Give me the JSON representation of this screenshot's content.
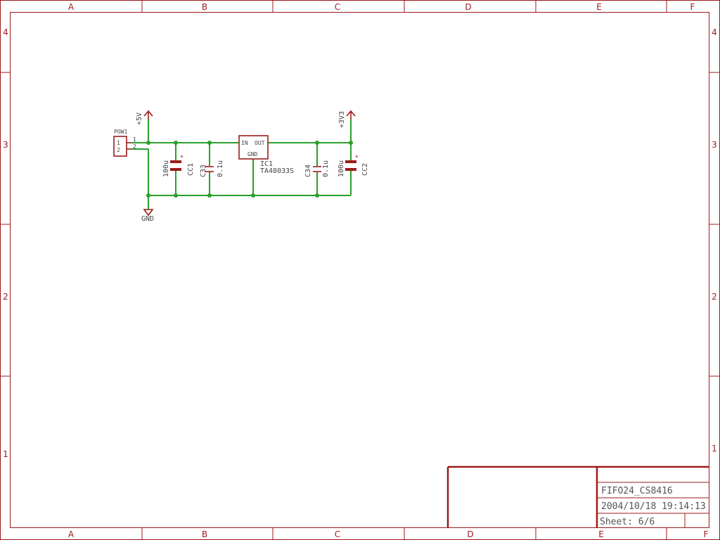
{
  "sheet": {
    "columns": [
      "A",
      "B",
      "C",
      "D",
      "E",
      "F"
    ],
    "rows": [
      "4",
      "3",
      "2",
      "1"
    ]
  },
  "title_block": {
    "project": "FIFO24_CS8416",
    "datetime": "2004/10/18 19:14:13",
    "sheet_label": "Sheet: 6/6"
  },
  "schematic": {
    "connector": {
      "name": "POW1",
      "pin1": "1",
      "pin2": "2"
    },
    "supply_5v": "+5V",
    "supply_3v3": "+3V3",
    "ground": "GND",
    "regulator": {
      "ref": "IC1",
      "part": "TA48033S",
      "pin_in": "IN",
      "pin_out": "OUT",
      "pin_gnd": "GND"
    },
    "cc1": {
      "ref": "CC1",
      "value": "100u"
    },
    "c33": {
      "ref": "C33",
      "value": "0.1u"
    },
    "c34": {
      "ref": "C34",
      "value": "0.1u"
    },
    "cc2": {
      "ref": "CC2",
      "value": "100u"
    },
    "plus_mark": "+"
  }
}
